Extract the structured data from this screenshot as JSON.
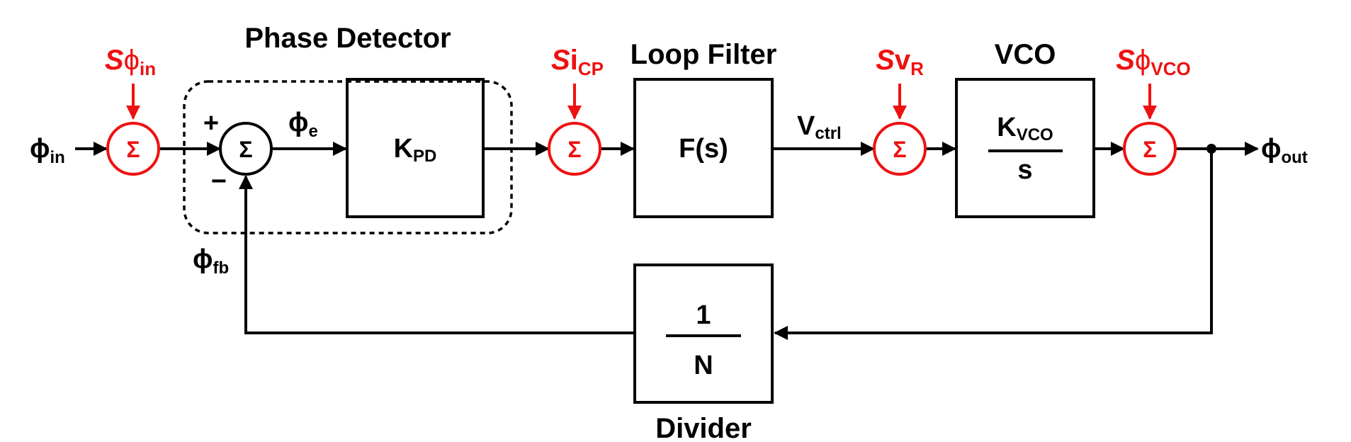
{
  "inputs_outputs": {
    "phi_in": {
      "sym": "ϕ",
      "sub": "in"
    },
    "phi_out": {
      "sym": "ϕ",
      "sub": "out"
    },
    "phi_e": {
      "sym": "ϕ",
      "sub": "e"
    },
    "phi_fb": {
      "sym": "ϕ",
      "sub": "fb"
    }
  },
  "noise_sources": {
    "s_phi_in": {
      "s": "S",
      "sym": "ϕ",
      "sub": "in"
    },
    "s_i_cp": {
      "s": "S",
      "sym": "i",
      "sub": "CP"
    },
    "s_v_r": {
      "s": "S",
      "sym": "v",
      "sub": "R"
    },
    "s_phi_vco": {
      "s": "S",
      "sym": "ϕ",
      "sub": "VCO"
    }
  },
  "blocks": {
    "phase_detector": {
      "title": "Phase Detector",
      "gain_main": "K",
      "gain_sub": "PD"
    },
    "loop_filter": {
      "title": "Loop Filter",
      "transfer": "F(s)"
    },
    "vco": {
      "title": "VCO",
      "num_main": "K",
      "num_sub": "VCO",
      "den": "s"
    },
    "divider": {
      "title": "Divider",
      "num": "1",
      "den": "N"
    }
  },
  "signals": {
    "v_ctrl": {
      "main": "V",
      "sub": "ctrl"
    }
  },
  "summer": {
    "symbol": "Σ",
    "plus": "+",
    "minus": "−"
  },
  "colors": {
    "noise": "#e11111",
    "main": "#000000"
  }
}
